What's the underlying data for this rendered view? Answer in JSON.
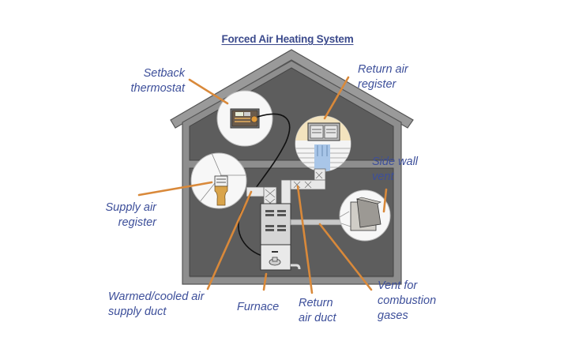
{
  "title": "Forced Air Heating System",
  "colors": {
    "label_text": "#3d4f9a",
    "leader_line": "#d9893a",
    "house_frame": "#8e8e8e",
    "house_interior": "#5d5d5d",
    "callout_circle": "#f5f5f5"
  },
  "labels": {
    "setback_thermostat": "Setback\nthermostat",
    "return_air_register": "Return air\nregister",
    "side_wall_vent": "Side wall\nvent",
    "supply_air_register": "Supply air\nregister",
    "warmed_cooled_air_supply_duct": "Warmed/cooled air\nsupply duct",
    "furnace": "Furnace",
    "return_air_duct": "Return\nair duct",
    "vent_for_combustion_gases": "Vent for\ncombustion\ngases"
  },
  "components": [
    {
      "id": "thermostat",
      "icon": "thermostat-icon"
    },
    {
      "id": "return-air-register",
      "icon": "grille-icon"
    },
    {
      "id": "supply-air-register",
      "icon": "register-icon"
    },
    {
      "id": "side-wall-vent",
      "icon": "vent-hood-icon"
    },
    {
      "id": "furnace",
      "icon": "furnace-icon"
    }
  ]
}
